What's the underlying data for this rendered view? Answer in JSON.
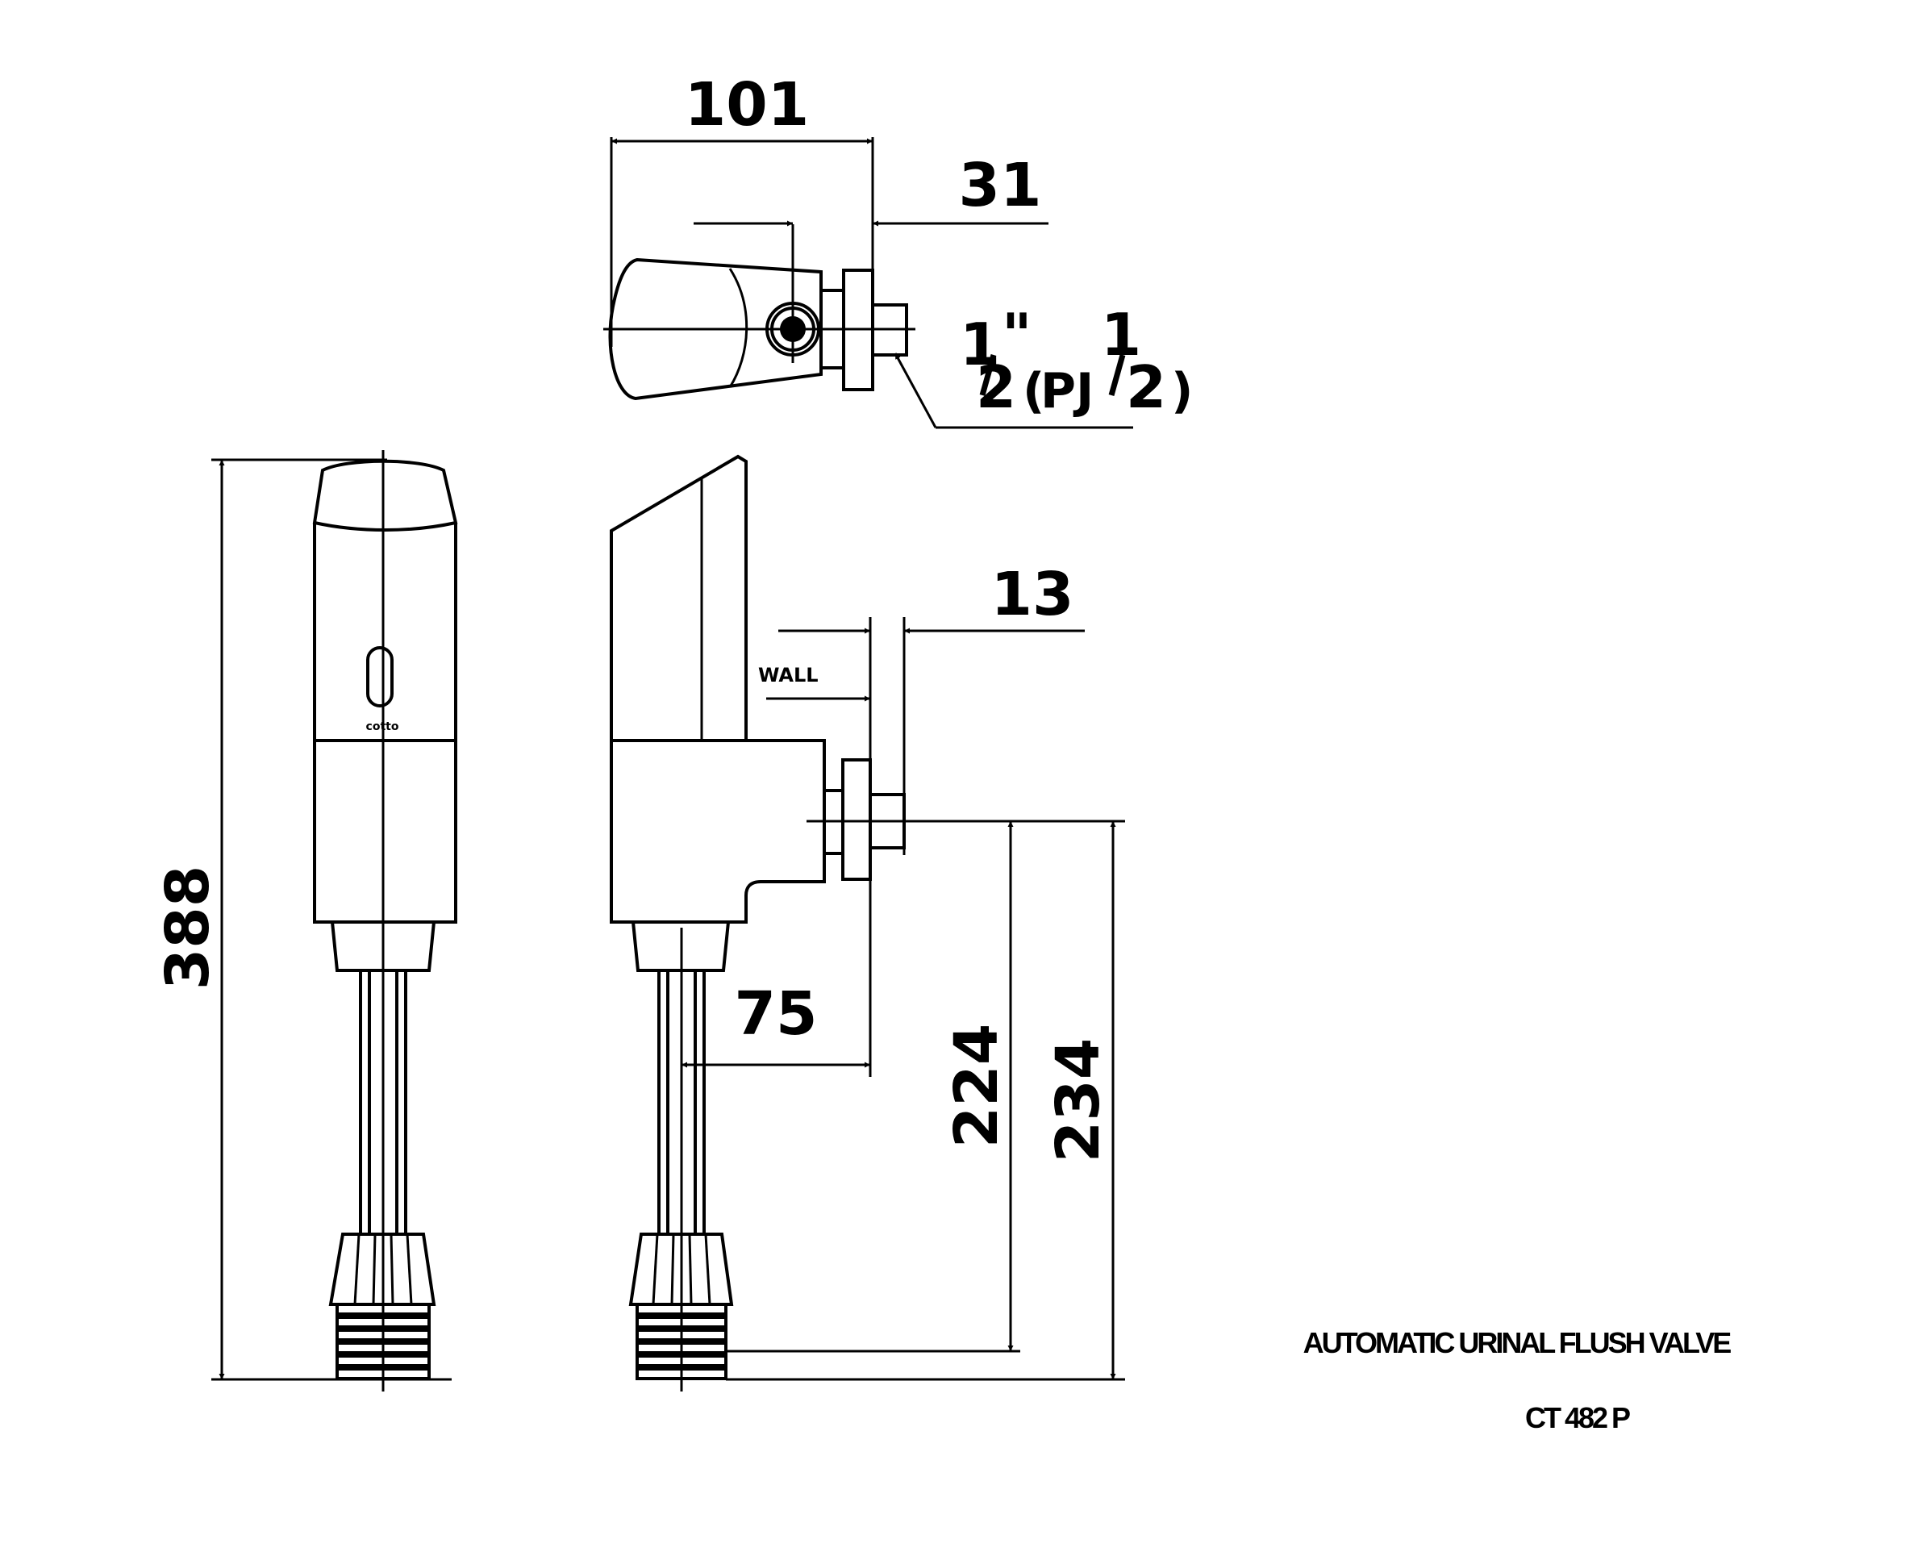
{
  "dimensions": {
    "width_top": "101",
    "offset_top": "31",
    "height_total": "388",
    "wall_offset": "13",
    "depth": "75",
    "height_lower": "224",
    "height_upper": "234"
  },
  "thread": {
    "one": "1",
    "two": "2",
    "inch_mark": "\"",
    "open_paren": "(",
    "pj": "PJ",
    "close_paren": ")"
  },
  "labels": {
    "wall": "WALL",
    "brand_mark": "cotto"
  },
  "title_block": {
    "product_name": "AUTOMATIC URINAL FLUSH VALVE",
    "model": "CT 482 P"
  }
}
